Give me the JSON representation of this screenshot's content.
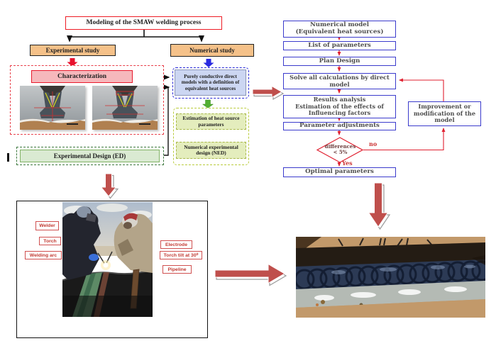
{
  "header": {
    "title": "Modeling of the SMAW welding process"
  },
  "branches": {
    "experimental": "Experimental study",
    "numerical": "Numerical study"
  },
  "experimental": {
    "characterization": "Characterization",
    "experimental_design": "Experimental Design (ED)"
  },
  "numerical": {
    "conductive_model": "Purely conductive direct\nmodels with a definition of\nequivalent heat sources",
    "heat_source_estimation": "Estimation of heat source\nparameters",
    "ned": "Numerical experimental\ndesign (NED)"
  },
  "flowchart": {
    "boxes": [
      "Numerical model\n(Equivalent heat sources)",
      "List of parameters",
      "Plan Design",
      "Solve all calculations by direct\nmodel",
      "Results analysis\nEstimation of the effects of\nInfluencing factors",
      "Parameter adjustments"
    ],
    "decision": "differences\n< 5%",
    "no_label": "no",
    "yes_label": "Yes",
    "improvement": "Improvement or\nmodification of the\nmodel",
    "optimal": "Optimal parameters"
  },
  "welder_figure": {
    "labels": {
      "welder": "Welder",
      "torch": "Torch",
      "welding_arc": "Welding arc",
      "electrode": "Electrode",
      "torch_tilt": "Torch tilt at 30⁰",
      "pipeline": "Pipeline"
    }
  },
  "colors": {
    "red_accent": "#ee1c25",
    "orange_fill": "#f5c189",
    "pink_fill": "#f6b8bc",
    "green_fill": "#daead2",
    "blue_fill": "#ccd6f2",
    "yellow_green_fill": "#e4edbd",
    "flow_border_blue": "#3b3bcc",
    "flow_line_red": "#e02030",
    "big_arrow_red": "#bf4f4c",
    "green_arrow": "#53af32",
    "blue_arrow": "#2a2ae0"
  }
}
